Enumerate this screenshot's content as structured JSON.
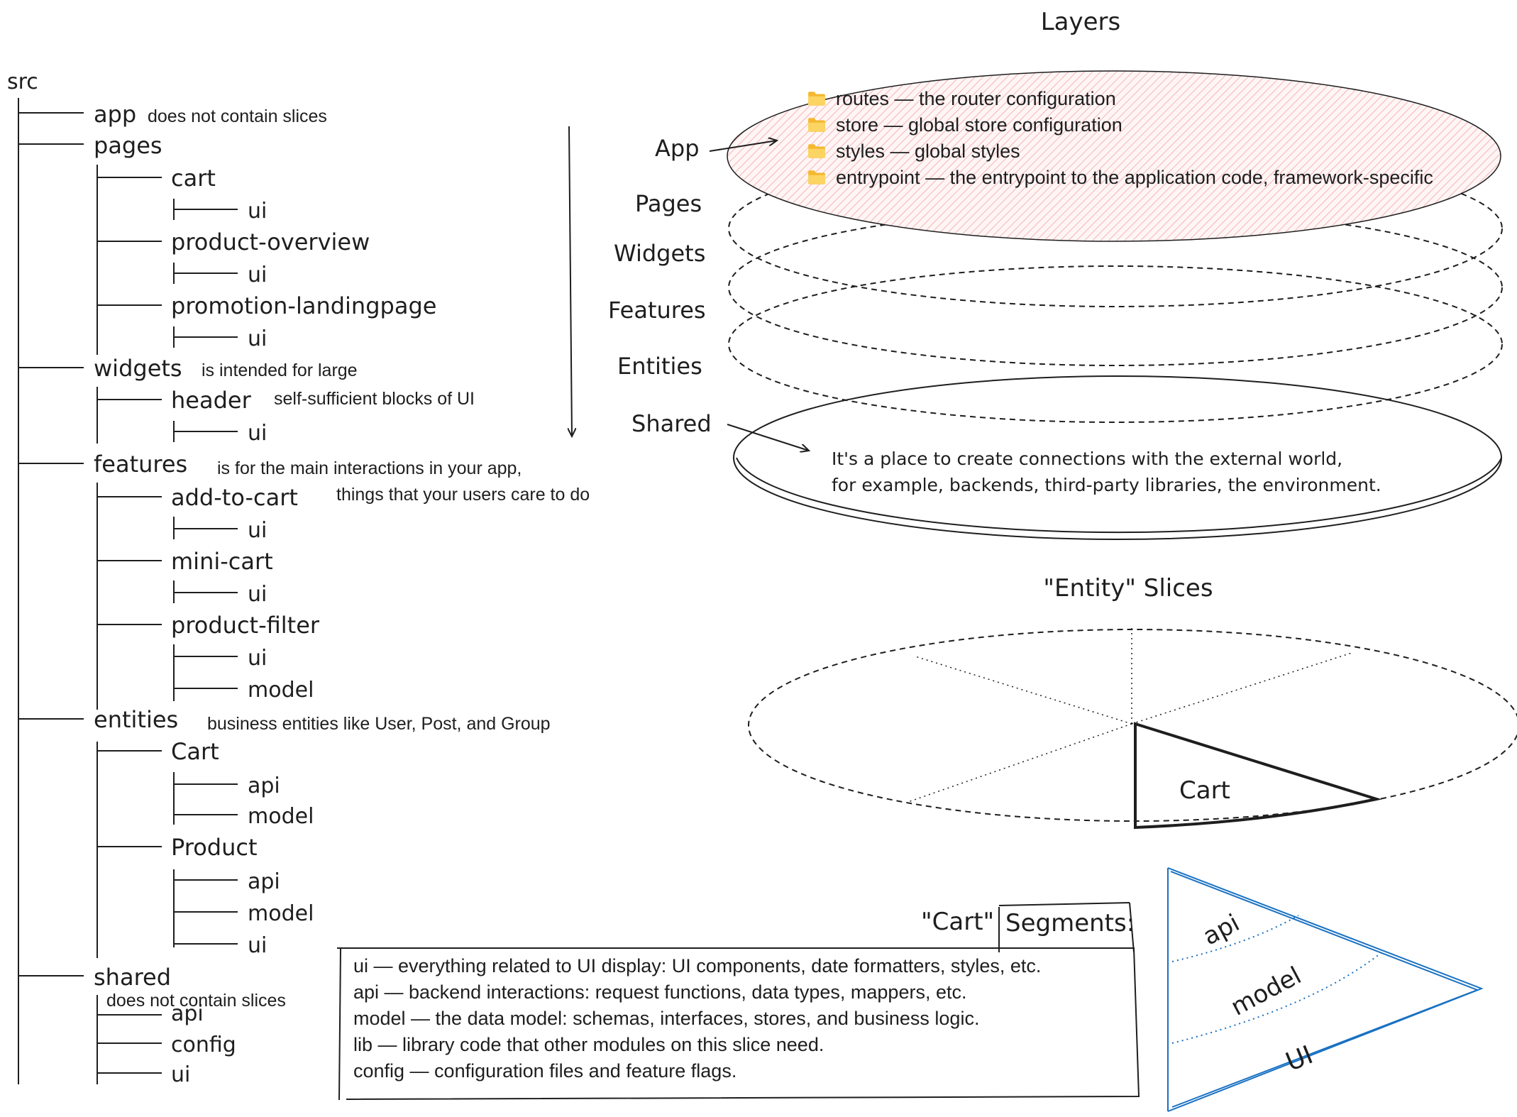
{
  "tree": {
    "root": "src",
    "app": {
      "name": "app",
      "note": "does not contain slices"
    },
    "pages": {
      "name": "pages",
      "cart": "cart",
      "cart_ui": "ui",
      "product_overview": "product-overview",
      "product_overview_ui": "ui",
      "promotion_landingpage": "promotion-landingpage",
      "promotion_landingpage_ui": "ui"
    },
    "widgets": {
      "name": "widgets",
      "note": "is intended for large",
      "header": "header",
      "header_note": "self-sufficient blocks of UI",
      "header_ui": "ui"
    },
    "features": {
      "name": "features",
      "note": "is for the main interactions in your app,",
      "add_to_cart": "add-to-cart",
      "add_to_cart_note": "things that your users care to do",
      "add_to_cart_ui": "ui",
      "mini_cart": "mini-cart",
      "mini_cart_ui": "ui",
      "product_filter": "product-filter",
      "product_filter_ui": "ui",
      "product_filter_model": "model"
    },
    "entities": {
      "name": "entities",
      "note": "business entities like User, Post, and Group",
      "cart": "Cart",
      "cart_api": "api",
      "cart_model": "model",
      "product": "Product",
      "product_api": "api",
      "product_model": "model",
      "product_ui": "ui"
    },
    "shared": {
      "name": "shared",
      "note": "does not contain slices",
      "api": "api",
      "config": "config",
      "ui": "ui"
    }
  },
  "layers": {
    "title": "Layers",
    "labels": {
      "app": "App",
      "pages": "Pages",
      "widgets": "Widgets",
      "features": "Features",
      "entities": "Entities",
      "shared": "Shared"
    },
    "app_items": [
      "routes — the router configuration",
      "store — global store configuration",
      "styles — global styles",
      "entrypoint — the entrypoint to the application code, framework-specific"
    ],
    "folder_icon": "folder-icon",
    "shared_desc_1": "It's a place to create connections with the external world,",
    "shared_desc_2": "for example, backends, third-party libraries, the environment.",
    "colors": {
      "app": "#ffc9c9",
      "pages": "#b2f2bb",
      "widgets_features": "#a5d8ff",
      "slice_stroke": "#1971c2"
    }
  },
  "slices": {
    "title": "\"Entity\" Slices",
    "cart_label": "Cart"
  },
  "segments": {
    "cart_label": "\"Cart\"",
    "title": "Segments:",
    "lines": [
      "ui — everything related to UI display: UI components, date formatters, styles, etc.",
      "api — backend interactions: request functions, data types, mappers, etc.",
      "model — the data model: schemas, interfaces, stores, and business logic.",
      "lib — library code that other modules on this slice need.",
      "config — configuration files and feature flags."
    ],
    "wedge": {
      "api": "api",
      "model": "model",
      "ui": "UI"
    }
  }
}
